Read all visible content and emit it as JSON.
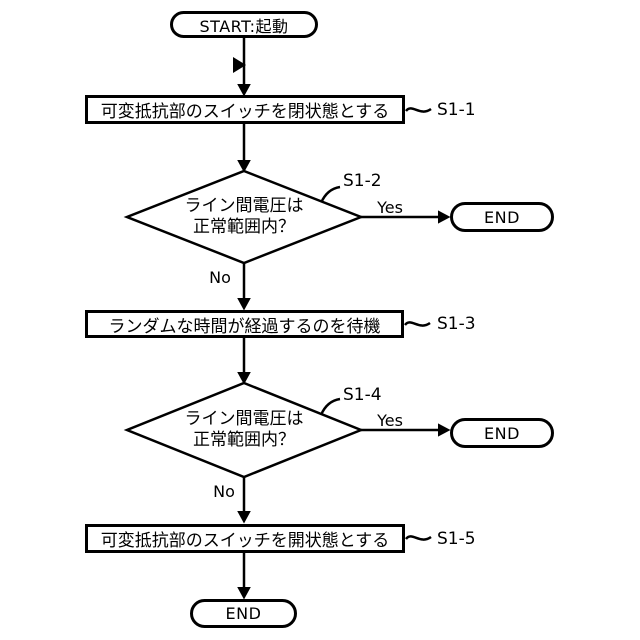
{
  "flow": {
    "terminals": {
      "start": "START:起動",
      "end": "END"
    },
    "branch": {
      "yes": "Yes",
      "no": "No"
    },
    "steps": {
      "s1_1": {
        "id": "S1-1",
        "type": "process",
        "label": "可変抵抗部のスイッチを閉状態とする"
      },
      "s1_2": {
        "id": "S1-2",
        "type": "decision",
        "line1": "ライン間電圧は",
        "line2": "正常範囲内？",
        "yes_target": "END",
        "no_target": "S1-3"
      },
      "s1_3": {
        "id": "S1-3",
        "type": "process",
        "label": "ランダムな時間が経過するのを待機"
      },
      "s1_4": {
        "id": "S1-4",
        "type": "decision",
        "line1": "ライン間電圧は",
        "line2": "正常範囲内？",
        "yes_target": "END",
        "no_target": "S1-5"
      },
      "s1_5": {
        "id": "S1-5",
        "type": "process",
        "label": "可変抵抗部のスイッチを開状態とする"
      }
    },
    "colors": {
      "ink": "#000000",
      "background": "#ffffff"
    }
  }
}
